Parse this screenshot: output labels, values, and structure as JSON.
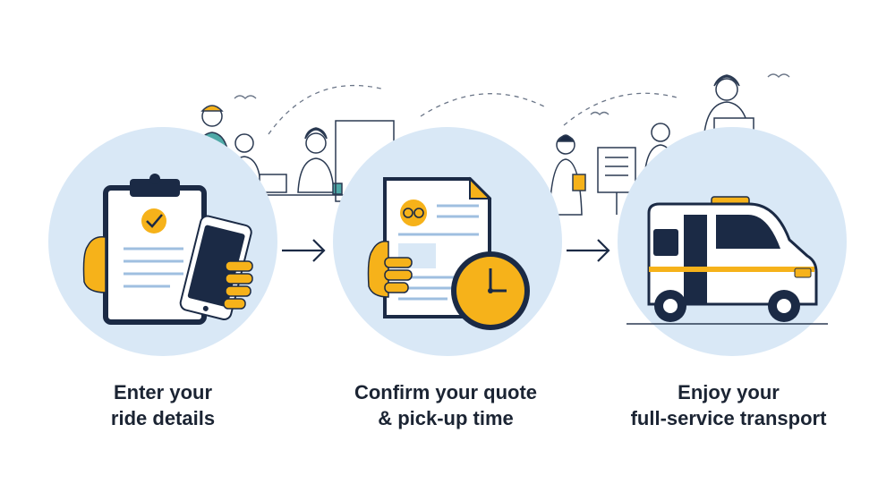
{
  "colors": {
    "circle_fill": "#d9e8f6",
    "accent": "#f6b21a",
    "navy": "#1b2a45",
    "line": "#2b3a52",
    "white": "#ffffff"
  },
  "steps": [
    {
      "line1": "Enter your",
      "line2": "ride details",
      "icon": "clipboard-phone-icon"
    },
    {
      "line1": "Confirm your quote",
      "line2": "& pick-up time",
      "icon": "document-clock-icon"
    },
    {
      "line1": "Enjoy your",
      "line2": "full-service transport",
      "icon": "van-icon"
    }
  ]
}
